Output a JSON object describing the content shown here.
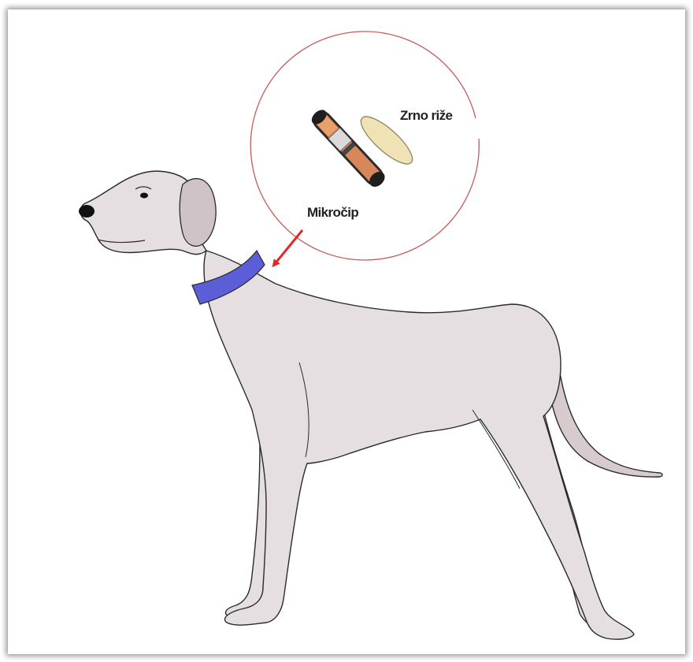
{
  "labels": {
    "rice_grain": "Zrno riže",
    "microchip": "Mikročip"
  },
  "colors": {
    "dog_fill": "#e6dfe2",
    "dog_outline": "#2a2a2a",
    "ear_fill": "#cfc3c7",
    "collar": "#5b5ed6",
    "callout_circle": "#c85a5a",
    "arrow": "#e0282a",
    "chip_body": "#d7885a",
    "rice_grain": "#efe3b5"
  },
  "icons": {
    "dog": "dog-illustration",
    "microchip": "microchip-capsule",
    "rice": "rice-grain",
    "pointer": "arrow-icon"
  }
}
